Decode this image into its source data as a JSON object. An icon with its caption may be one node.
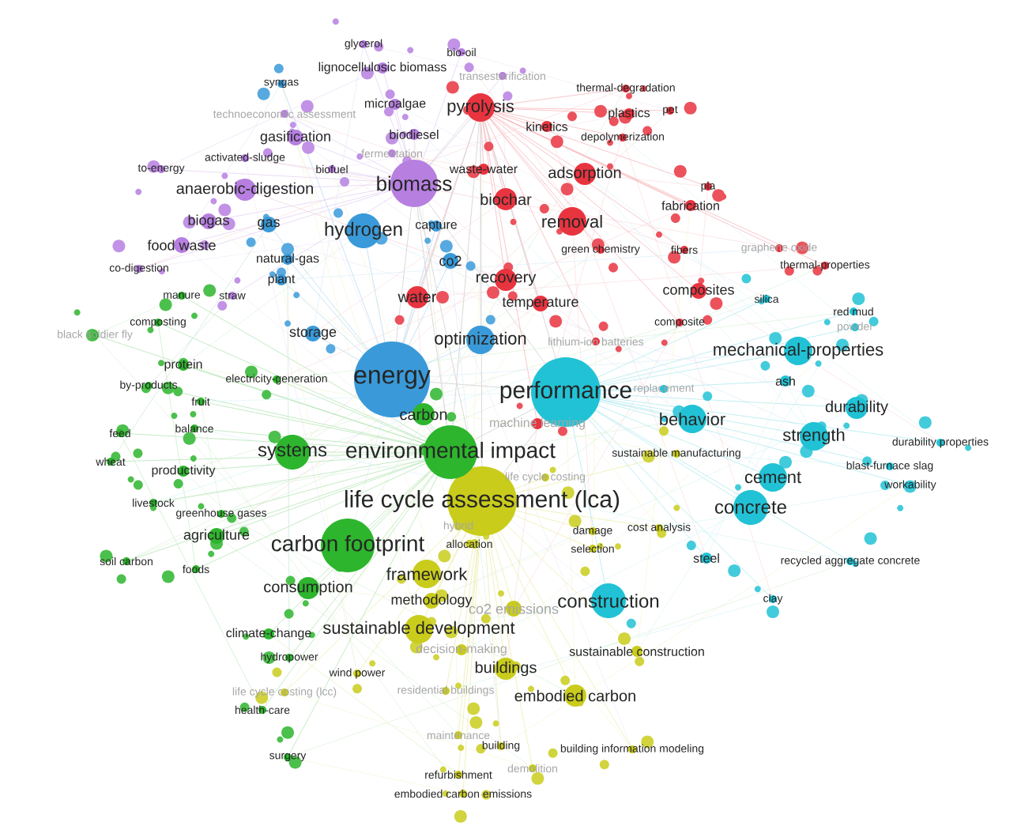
{
  "diagram": {
    "labels": [
      "glycerol",
      "bio-oil",
      "lignocellulosic biomass",
      "transesterification",
      "syngas",
      "thermal-degradation",
      "microalgae",
      "pyrolysis",
      "technoeconomic assessment",
      "plastics",
      "pet",
      "gasification",
      "biodiesel",
      "kinetics",
      "depolymerization",
      "activated-sludge",
      "fermentation",
      "to-energy",
      "biofuel",
      "waste-water",
      "adsorption",
      "biomass",
      "anaerobic-digestion",
      "pla",
      "biochar",
      "fabrication",
      "biogas",
      "gas",
      "hydrogen",
      "capture",
      "removal",
      "food waste",
      "natural-gas",
      "co2",
      "green chemistry",
      "fibers",
      "graphene oxide",
      "recovery",
      "co-digestion",
      "plant",
      "thermal-properties",
      "manure",
      "straw",
      "water",
      "composites",
      "silica",
      "temperature",
      "composting",
      "composite",
      "red mud",
      "black soldier fly",
      "storage",
      "optimization",
      "powder",
      "lithium-ion batteries",
      "protein",
      "mechanical-properties",
      "by-products",
      "electricity-generation",
      "energy",
      "performance",
      "ash",
      "replacement",
      "fruit",
      "carbon",
      "durability",
      "machine learning",
      "feed",
      "balance",
      "behavior",
      "strength",
      "durability properties",
      "wheat",
      "systems",
      "environmental impact",
      "productivity",
      "sustainable manufacturing",
      "life cycle costing",
      "livestock",
      "blast-furnace slag",
      "cement",
      "workability",
      "life cycle assessment (lca)",
      "concrete",
      "greenhouse gases",
      "agriculture",
      "carbon footprint",
      "hybrid",
      "allocation",
      "damage",
      "cost analysis",
      "soil carbon",
      "foods",
      "selection",
      "steel",
      "recycled aggregate concrete",
      "consumption",
      "framework",
      "methodology",
      "co2 emissions",
      "construction",
      "clay",
      "climate-change",
      "sustainable development",
      "decision-making",
      "buildings",
      "sustainable construction",
      "hydropower",
      "wind power",
      "life cycle costing (lcc)",
      "residential buildings",
      "embodied carbon",
      "health-care",
      "maintenance",
      "building",
      "building information modeling",
      "surgery",
      "refurbishment",
      "demolition",
      "embodied carbon emissions"
    ]
  }
}
